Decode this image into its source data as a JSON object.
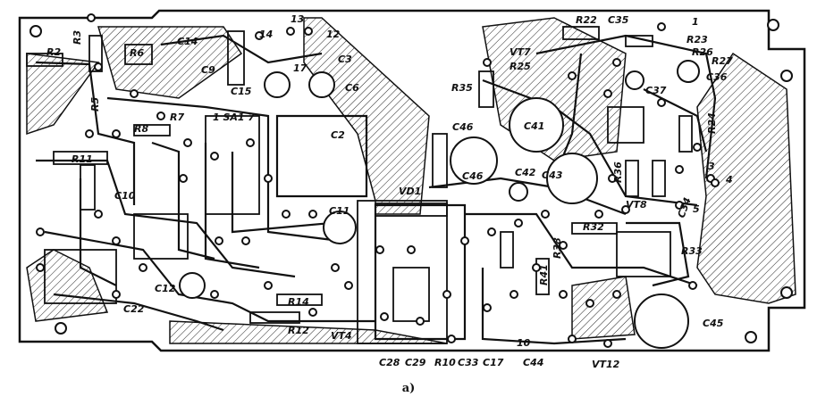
{
  "figure": {
    "caption": "а)",
    "labels": {
      "r2": "R2",
      "r3": "R3",
      "r6": "R6",
      "c14": "C14",
      "c9": "C9",
      "c15": "C15",
      "c3": "C3",
      "c6": "C6",
      "l7": "17",
      "n14": "14",
      "n13": "13",
      "n12": "12",
      "r7": "R7",
      "r8": "R8",
      "sa1": "1 SA1 7",
      "c2": "C2",
      "r11": "R11",
      "c10": "C10",
      "r5": "R5",
      "c11": "C11",
      "c12": "C12",
      "c22": "C22",
      "r14": "R14",
      "r12": "R12",
      "vt4": "VT4",
      "c28": "C28",
      "c29": "C29",
      "r10": "R10",
      "c33": "C33",
      "c17": "C17",
      "c44": "C44",
      "vt12": "VT12",
      "n10": "10",
      "vd1": "VD1",
      "r35": "R35",
      "c46a": "C46",
      "c46b": "C46",
      "c41": "C41",
      "c42": "C42",
      "c43": "C43",
      "vt7": "VT7",
      "r25": "R25",
      "r22": "R22",
      "c35": "C35",
      "n1": "1",
      "r23": "R23",
      "r26": "R26",
      "r27": "R27",
      "c36": "C36",
      "c37": "C37",
      "r24": "R24",
      "r36": "R36",
      "vt8": "VT8",
      "c34": "C34",
      "n5": "5",
      "r32": "R32",
      "r33": "R33",
      "c45": "C45",
      "n4": "4",
      "n3": "3",
      "r41": "R41",
      "r38": "R38"
    }
  }
}
